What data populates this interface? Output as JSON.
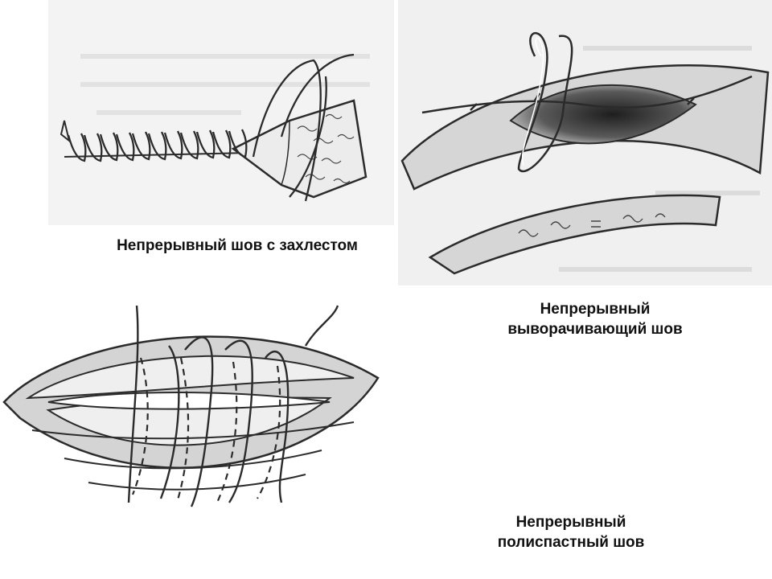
{
  "captions": {
    "overlap": "Непрерывный шов с захлестом",
    "everting_line1": "Непрерывный",
    "everting_line2": "выворачивающий шов",
    "polyspast_line1": "Непрерывный",
    "polyspast_line2": "полиспастный шов"
  },
  "colors": {
    "background": "#ffffff",
    "scan_gray": "#f0f0f0",
    "ink": "#2b2b2b",
    "tissue_fill": "#d2d2d2",
    "wound_dark": "#3a3a3a"
  }
}
